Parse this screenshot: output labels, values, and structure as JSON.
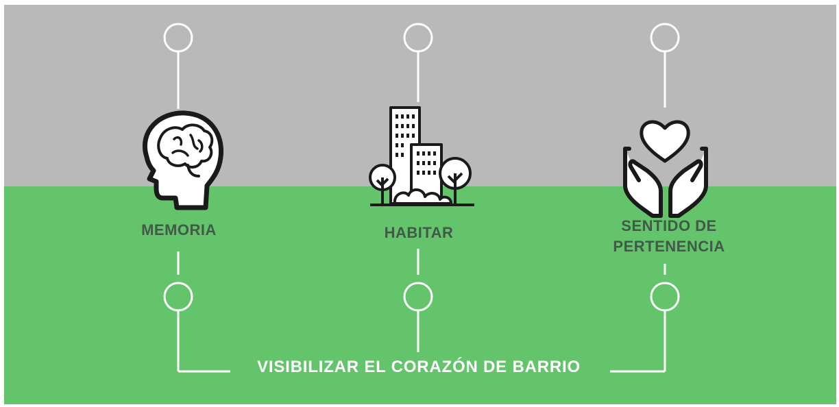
{
  "colors": {
    "top_band": "#b9b9b9",
    "bottom_band": "#64c46c",
    "connector": "#ffffff",
    "label_text": "#3f5b45",
    "icon_stroke": "#1a1a1a"
  },
  "pillars": [
    {
      "label": "MEMORIA",
      "icon": "brain-head-icon"
    },
    {
      "label": "HABITAR",
      "icon": "city-buildings-icon"
    },
    {
      "label_line1": "SENTIDO DE",
      "label_line2": "PERTENENCIA",
      "icon": "hands-heart-icon"
    }
  ],
  "footer": {
    "title": "VISIBILIZAR EL CORAZÓN DE BARRIO"
  }
}
